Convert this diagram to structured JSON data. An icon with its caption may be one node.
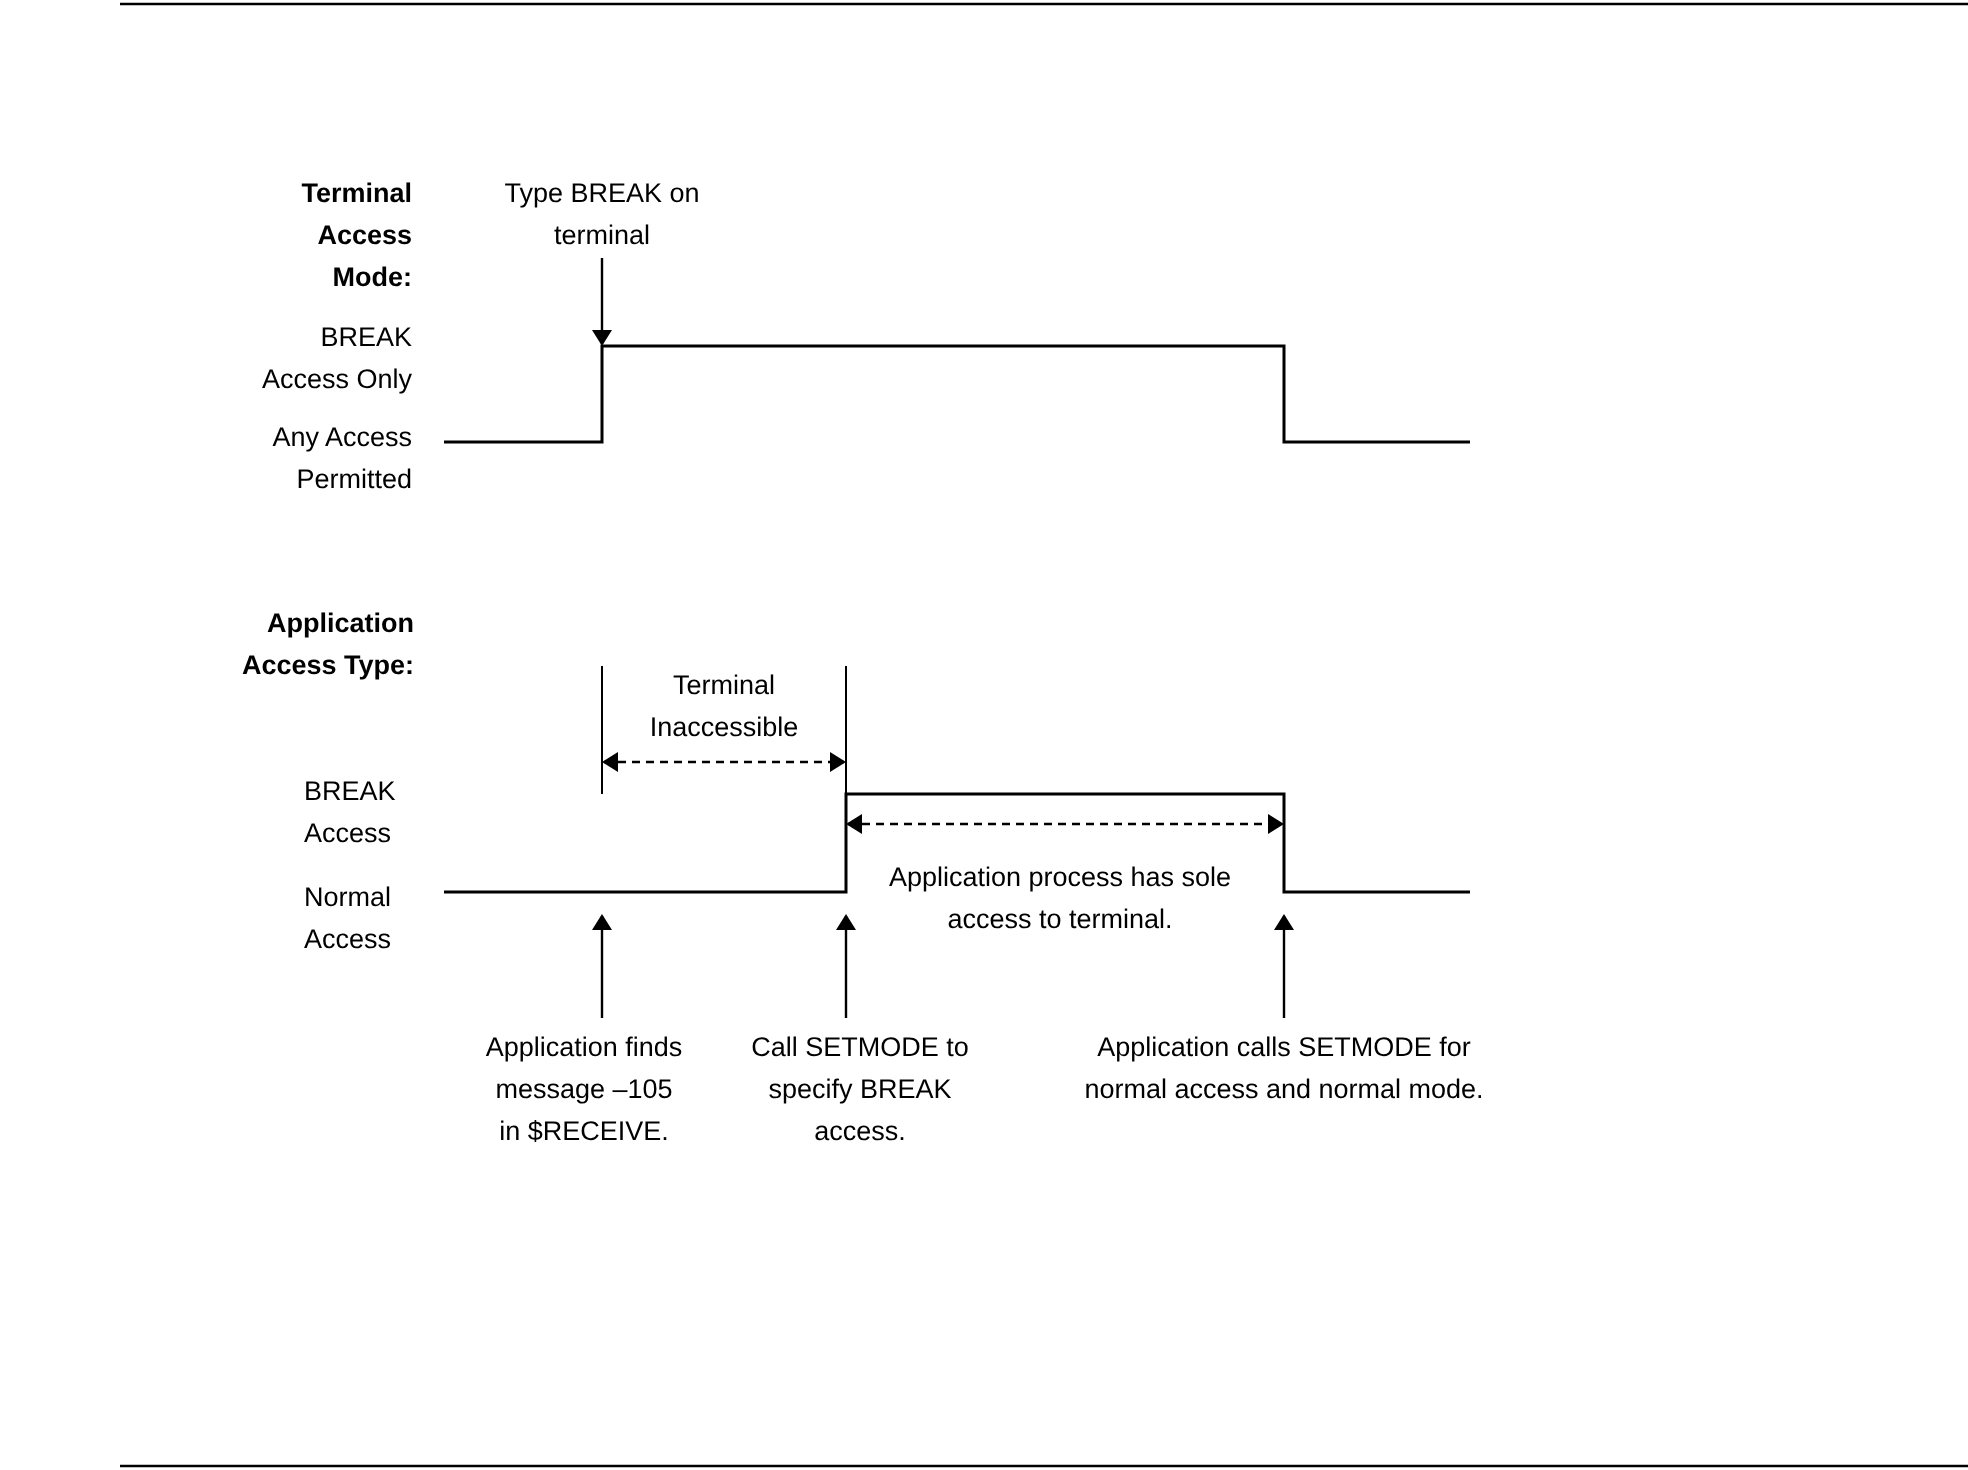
{
  "diagram": {
    "nodes": [
      {
        "text": [
          "Type BREAK on terminal"
        ]
      },
      {
        "text": [
          "Application finds message –105 in $RECEIVE."
        ]
      },
      {
        "text": [
          "Call SETMODE to specify BREAK access."
        ]
      },
      {
        "text": [
          "Application calls SETMODE for normal access and normal mode."
        ]
      },
      {
        "text": [],
        "shape": "waveform"
      },
      {
        "text": [],
        "shape": "waveform"
      }
    ],
    "edges": [
      {
        "from": 0,
        "to": 4,
        "arrow": "to"
      },
      {
        "from": 1,
        "to": 5,
        "arrow": "to"
      },
      {
        "from": 2,
        "to": 5,
        "arrow": "to"
      },
      {
        "from": 3,
        "to": 5,
        "arrow": "to"
      }
    ],
    "labels": [
      "Terminal Access Mode:",
      "BREAK Access Only",
      "Any Access Permitted",
      "Application Access Type:",
      "Terminal Inaccessible",
      "BREAK Access",
      "Application process has sole access to terminal.",
      "Normal Access"
    ]
  }
}
